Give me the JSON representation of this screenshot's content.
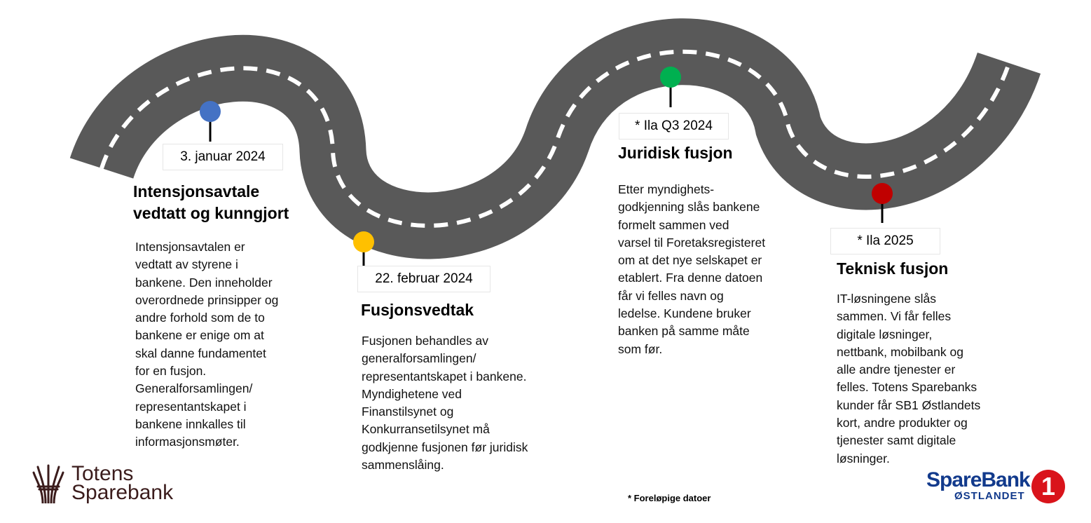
{
  "milestones": [
    {
      "date": "3. januar 2024",
      "title": "Intensjonsavtale\nvedtatt og kunngjort",
      "text": "Intensjonsavtalen er\nvedtatt av styrene i\nbankene. Den inneholder\noverordnede prinsipper og\nandre forhold som de to\nbankene er enige om at\nskal danne fundamentet\nfor en fusjon.\nGeneralforsamlingen/\nrepresentantskapet i\nbankene innkalles til\ninformasjonsmøter.",
      "pin_color": "#4472c4"
    },
    {
      "date": "22. februar 2024",
      "title": "Fusjonsvedtak",
      "text": "Fusjonen behandles av\ngeneralforsamlingen/\nrepresentantskapet i bankene.\nMyndighetene ved\nFinanstilsynet  og\nKonkurransetilsynet må\ngodkjenne fusjonen før juridisk\nsammenslåing.",
      "pin_color": "#ffc000"
    },
    {
      "date": "* Ila Q3 2024",
      "title": "Juridisk fusjon",
      "text": "Etter myndighets-\ngodkjenning slås bankene\nformelt sammen ved\nvarsel til Foretaksregisteret\nom at det nye selskapet er\netablert. Fra denne datoen\nfår vi felles navn og\nledelse. Kundene bruker\nbanken på samme måte\nsom før.",
      "pin_color": "#00b050"
    },
    {
      "date": "* Ila 2025",
      "title": "Teknisk fusjon",
      "text": "IT-løsningene slås\nsammen. Vi får felles\ndigitale løsninger,\nnettbank, mobilbank og\nalle andre tjenester er\nfelles. Totens Sparebanks\nkunder får SB1 Østlandets\nkort, andre produkter og\ntjenester samt digitale\nløsninger.",
      "pin_color": "#c00000"
    }
  ],
  "footnote": "* Foreløpige datoer",
  "logos": {
    "left": {
      "name": "Totens\nSparebank",
      "icon": "wheat-sheaf-icon"
    },
    "right": {
      "name": "SpareBank",
      "sub": "ØSTLANDET",
      "badge": "1"
    }
  },
  "colors": {
    "road": "#595959",
    "lane": "#ffffff"
  }
}
